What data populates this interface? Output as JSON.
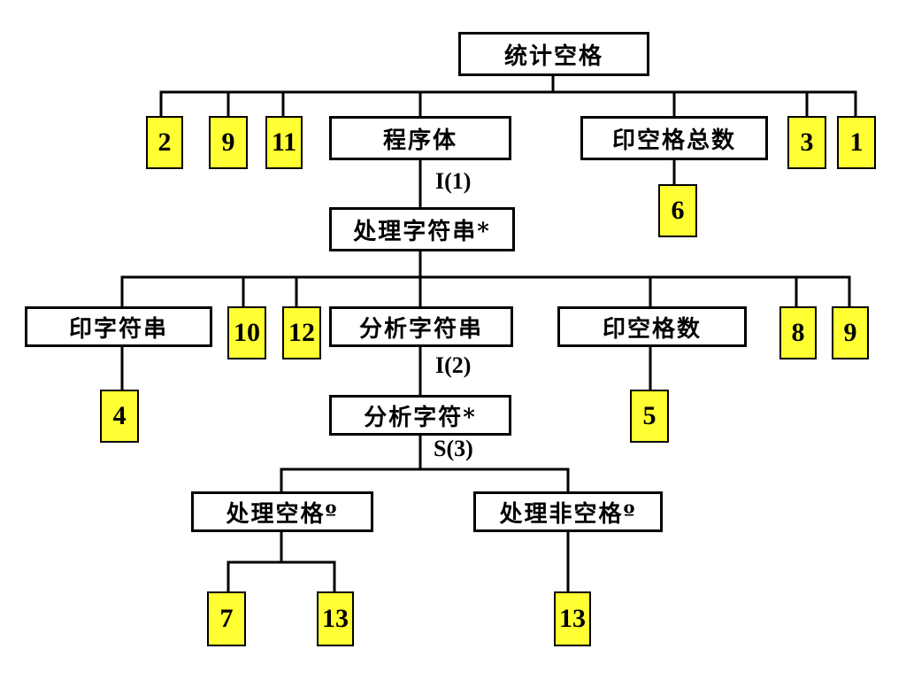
{
  "nodes": {
    "root": "统计空格",
    "body": "程序体",
    "print_total": "印空格总数",
    "process_string": "处理字符串*",
    "print_string": "印字符串",
    "analyze_string": "分析字符串",
    "print_count": "印空格数",
    "analyze_char": "分析字符*",
    "process_space": "处理空格º",
    "process_nonspace": "处理非空格º"
  },
  "numbers": {
    "n_2": "2",
    "n_9a": "9",
    "n_11": "11",
    "n_3": "3",
    "n_1": "1",
    "n_6": "6",
    "n_10": "10",
    "n_12": "12",
    "n_8": "8",
    "n_9b": "9",
    "n_4": "4",
    "n_5": "5",
    "n_7": "7",
    "n_13a": "13",
    "n_13b": "13"
  },
  "labels": {
    "iter1": "I(1)",
    "iter2": "I(2)",
    "sel3": "S(3)"
  },
  "colors": {
    "box_fill": "#ffffff",
    "number_fill": "#ffff33",
    "line": "#000000"
  }
}
